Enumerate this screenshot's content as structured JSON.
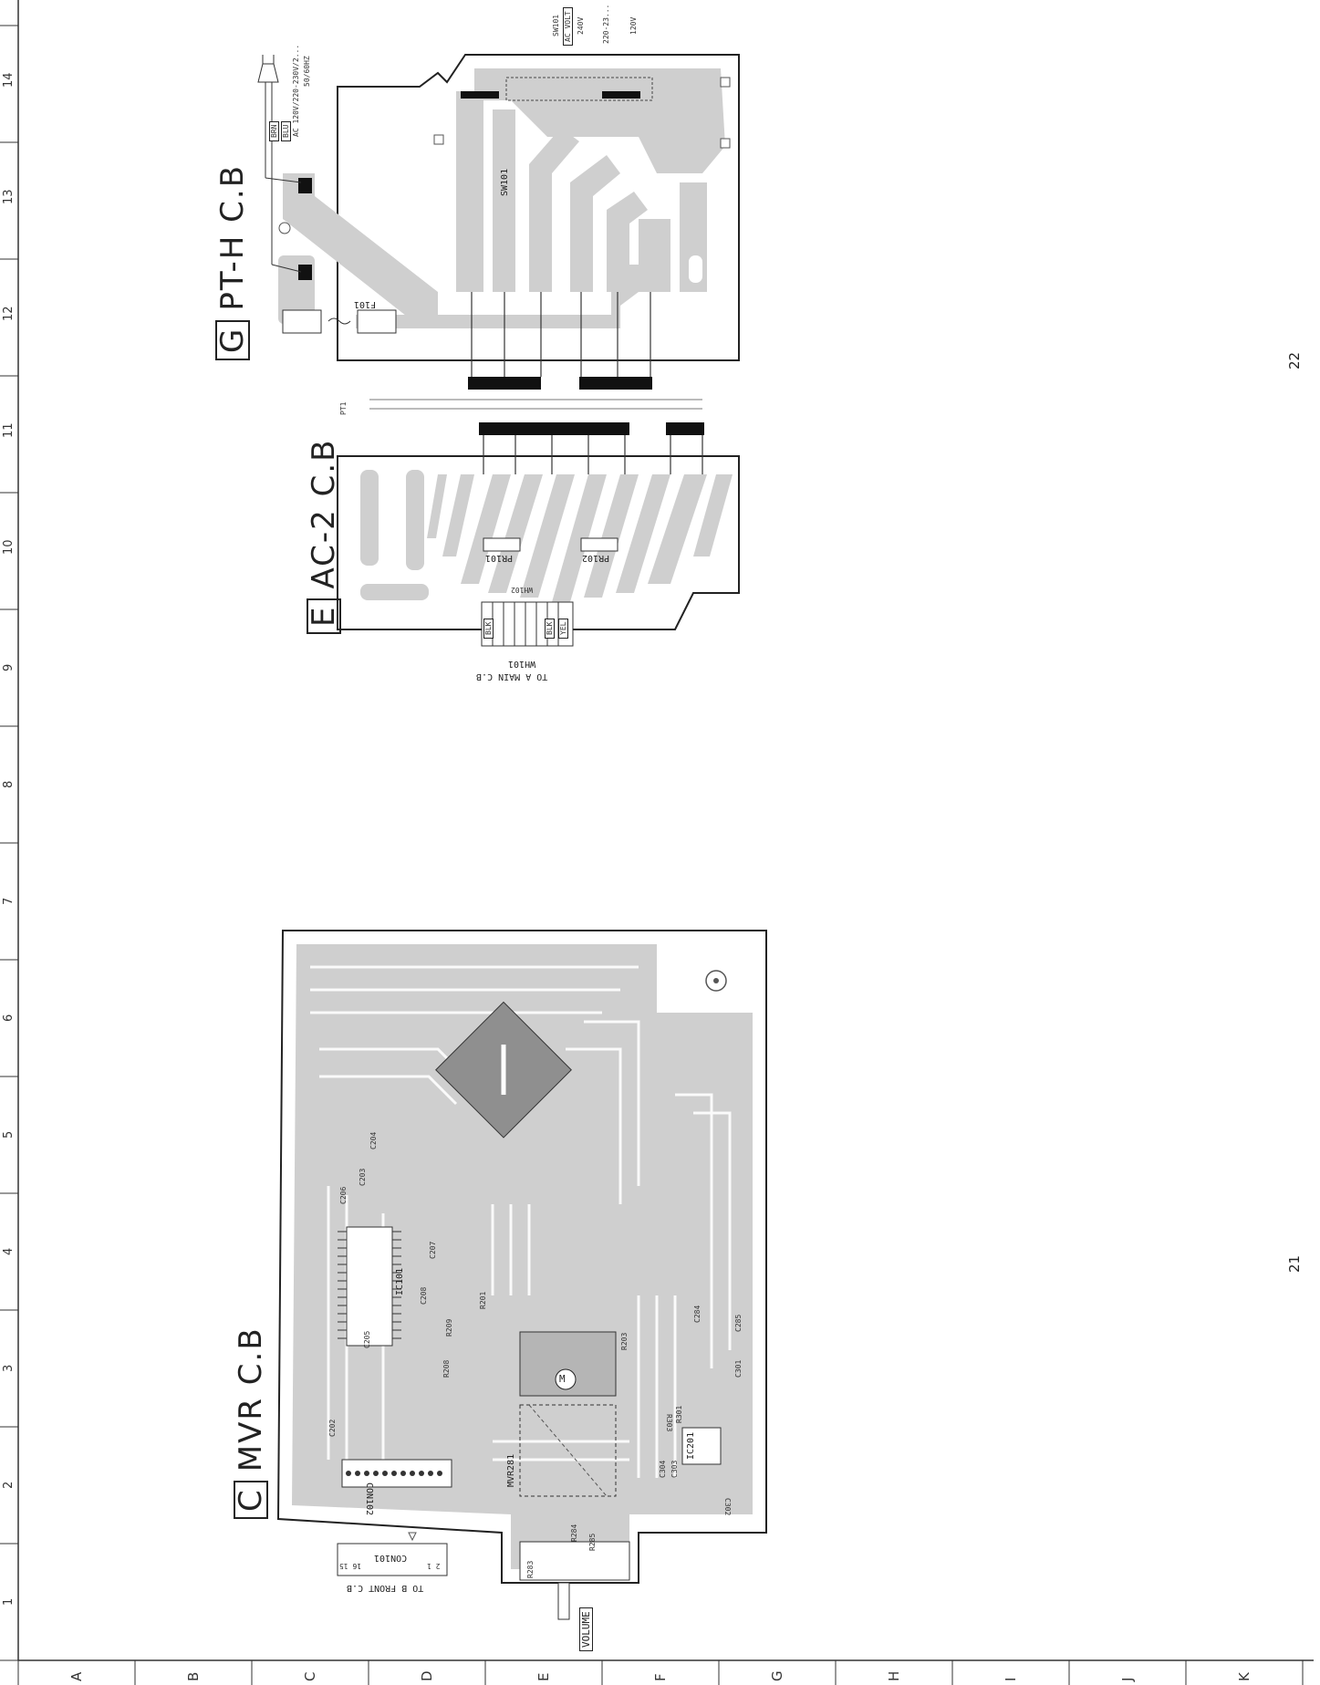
{
  "grid": {
    "numbers": [
      "1",
      "2",
      "3",
      "4",
      "5",
      "6",
      "7",
      "8",
      "9",
      "10",
      "11",
      "12",
      "13",
      "14"
    ],
    "letters": [
      "A",
      "B",
      "C",
      "D",
      "E",
      "F",
      "G",
      "H",
      "I",
      "J",
      "K"
    ]
  },
  "boards": {
    "mvr": {
      "letter": "C",
      "title": "MVR C.B",
      "parts": [
        "IC101",
        "IC201",
        "CON102",
        "MVR281",
        "C202",
        "C205",
        "C206",
        "C203",
        "C204",
        "C207",
        "C208",
        "C284",
        "C285",
        "C301",
        "C302",
        "C303",
        "C304",
        "R283",
        "R284",
        "R285",
        "R301",
        "R303",
        "R208",
        "R209",
        "R201",
        "R203"
      ],
      "connector_note": "TO B FRONT C.B",
      "connector_name": "CON101",
      "pin_left": "16 15",
      "pin_right": "2 1",
      "knob_label": "VOLUME",
      "motor": "M"
    },
    "ac2": {
      "letter": "E",
      "title": "AC-2 C.B",
      "parts": [
        "PR101",
        "PR102",
        "WH102"
      ],
      "wire_colors": [
        "BLK",
        "BLK",
        "YEL"
      ],
      "connector_note": "TO A MAIN C.B",
      "connector_name": "WH101",
      "pt_label": "PT1"
    },
    "pth": {
      "letter": "G",
      "title": "PT-H C.B",
      "switch": "SW101",
      "fuse": "F101",
      "plug_wires": [
        "BRN",
        "BLU"
      ],
      "ac_input": "AC 120V/220-230V/2...",
      "ac_freq": "50/60HZ",
      "sw_ref": "SW101",
      "ac_volt_label": "AC VOLT",
      "volts": [
        "240V",
        "220-23...",
        "120V"
      ]
    }
  },
  "page_numbers": [
    "21",
    "22"
  ],
  "colors": {
    "copper": "#c8c8c8",
    "copper_dark": "#9a9a9a",
    "ink": "#222222"
  }
}
